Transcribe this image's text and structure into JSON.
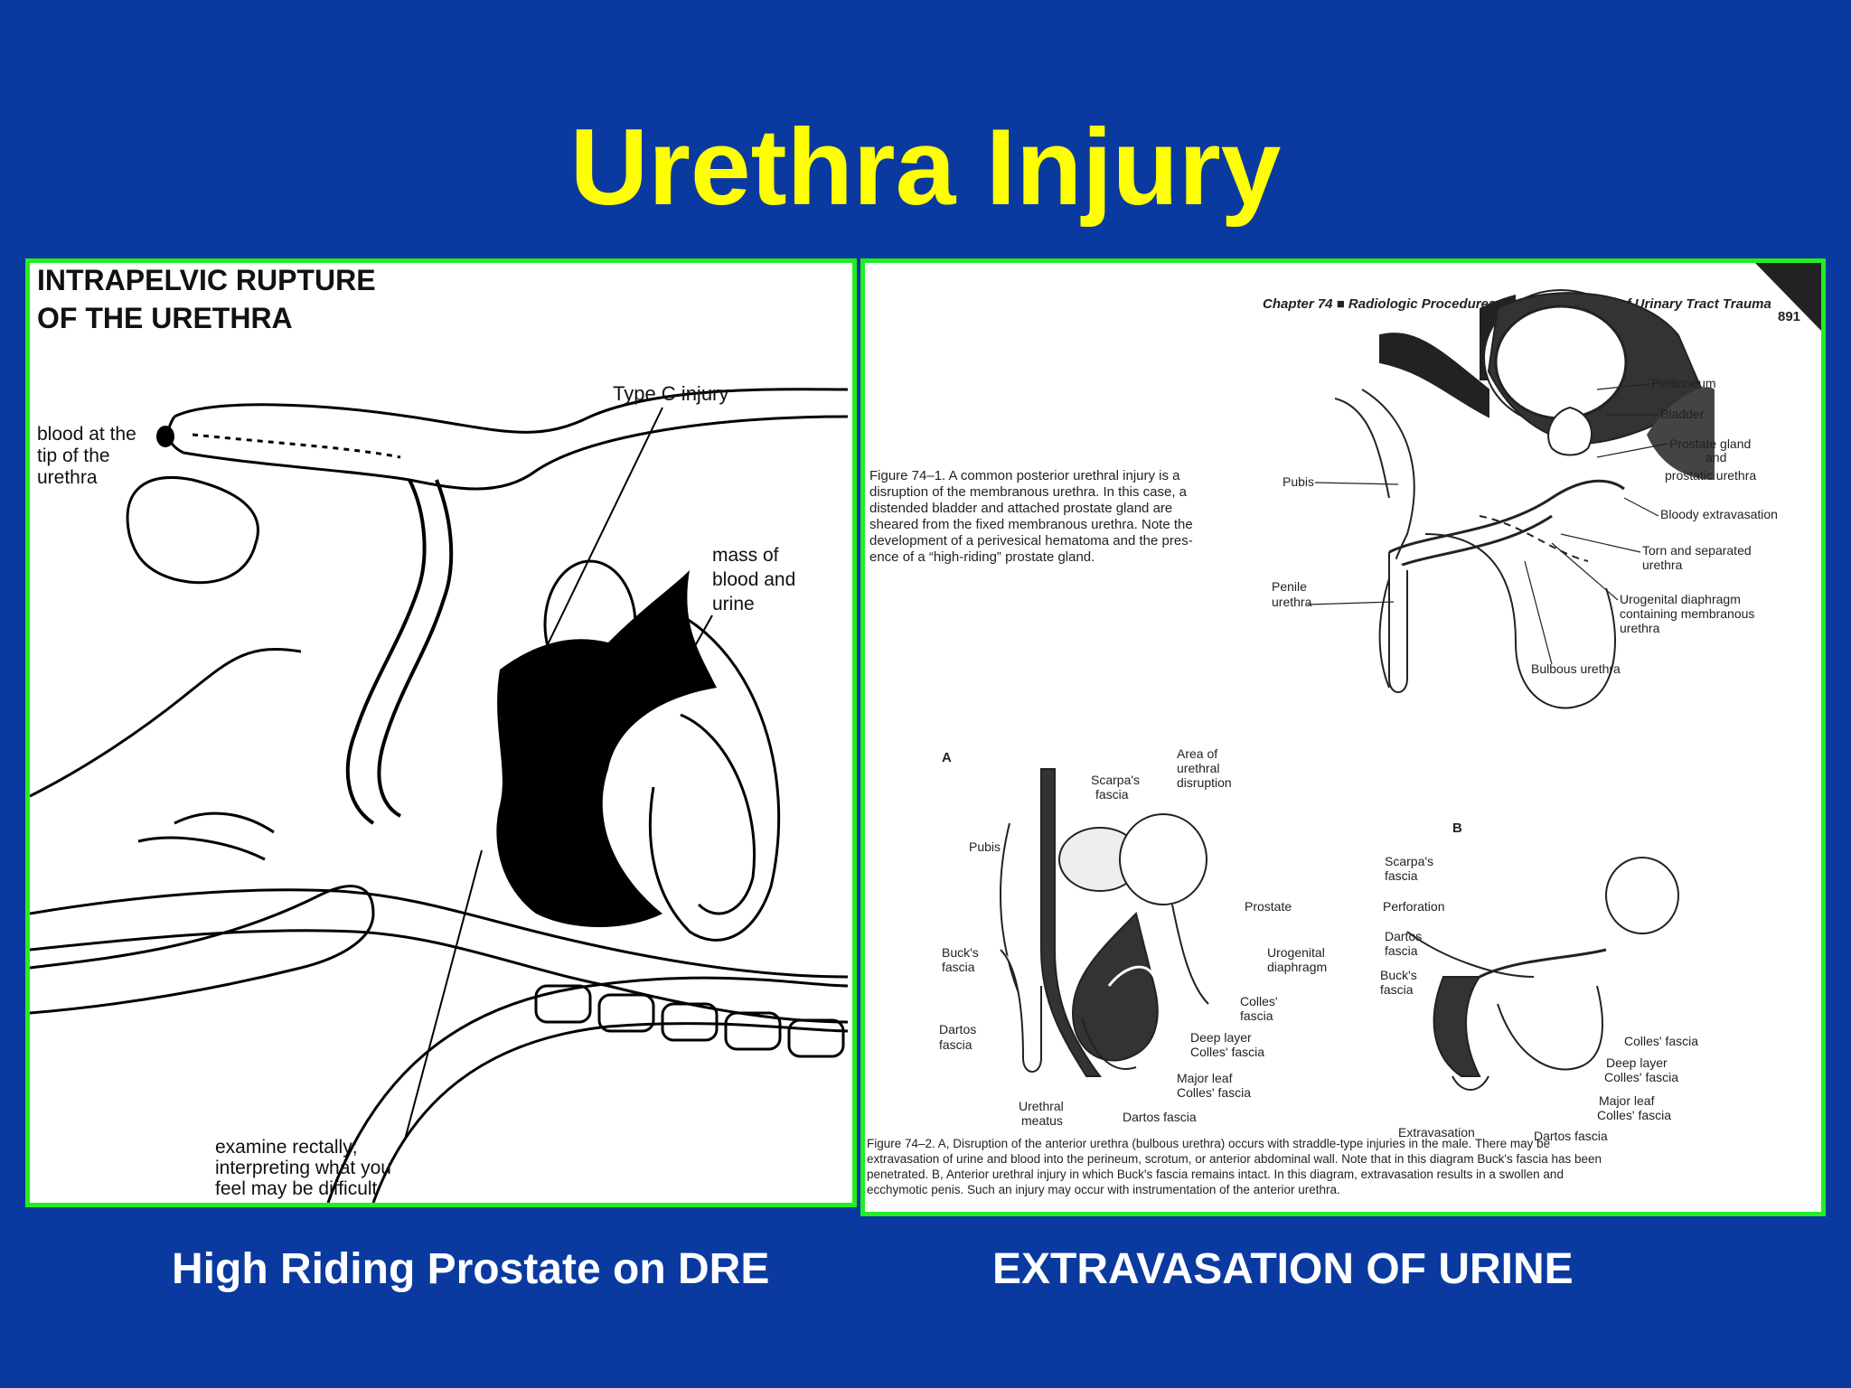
{
  "slide": {
    "title": "Urethra Injury",
    "caption_left": "High Riding Prostate on DRE",
    "caption_right": "EXTRAVASATION OF URINE",
    "colors": {
      "background": "#0a3aa0",
      "title": "#ffff00",
      "border": "#22ee22"
    }
  },
  "left_panel": {
    "heading_line1": "INTRAPELVIC RUPTURE",
    "heading_line2": "OF THE URETHRA",
    "label_type_c": "Type C injury",
    "label_blood_1": "blood at the",
    "label_blood_2": "tip of the",
    "label_blood_3": "urethra",
    "label_mass_1": "mass of",
    "label_mass_2": "blood and",
    "label_mass_3": "urine",
    "label_exam_1": "examine rectally;",
    "label_exam_2": "interpreting what you",
    "label_exam_3": "feel may be difficult"
  },
  "right_panel": {
    "header": "Chapter 74 ■ Radiologic Procedures for the Evaluation of Urinary Tract Trauma",
    "page_number": "891",
    "fig1_caption": [
      "Figure 74–1. A common posterior urethral injury is a",
      "disruption of the membranous urethra. In this case, a",
      "distended bladder and attached prostate gland are",
      "sheared from the fixed membranous urethra. Note the",
      "development of a perivesical hematoma and the pres-",
      "ence of a “high-riding” prostate gland."
    ],
    "fig1_labels": {
      "peritoneum": "Peritoneum",
      "bladder": "Bladder",
      "prostate_1": "Prostate gland",
      "prostate_2": "and",
      "prostate_3": "prostatic urethra",
      "bloody": "Bloody extravasation",
      "torn_1": "Torn and separated",
      "torn_2": "urethra",
      "ug_1": "Urogenital diaphragm",
      "ug_2": "containing membranous",
      "ug_3": "urethra",
      "bulbous": "Bulbous urethra",
      "pubis": "Pubis",
      "penile_1": "Penile",
      "penile_2": "urethra"
    },
    "figA_labels": {
      "letter": "A",
      "area_1": "Area of",
      "area_2": "urethral",
      "area_3": "disruption",
      "scarpa_1": "Scarpa's",
      "scarpa_2": "fascia",
      "pubis": "Pubis",
      "prostate": "Prostate",
      "ug_1": "Urogenital",
      "ug_2": "diaphragm",
      "bucks_1": "Buck's",
      "bucks_2": "fascia",
      "colles_1": "Colles'",
      "colles_2": "fascia",
      "dartos_1": "Dartos",
      "dartos_2": "fascia",
      "deep_1": "Deep layer",
      "deep_2": "Colles' fascia",
      "major_1": "Major leaf",
      "major_2": "Colles' fascia",
      "meatus_1": "Urethral",
      "meatus_2": "meatus",
      "dartos_bottom": "Dartos fascia"
    },
    "figB_labels": {
      "letter": "B",
      "scarpa_1": "Scarpa's",
      "scarpa_2": "fascia",
      "perforation": "Perforation",
      "dartos_1": "Dartos",
      "dartos_2": "fascia",
      "bucks_1": "Buck's",
      "bucks_2": "fascia",
      "colles": "Colles' fascia",
      "deep_1": "Deep layer",
      "deep_2": "Colles' fascia",
      "major_1": "Major leaf",
      "major_2": "Colles' fascia",
      "extravasation": "Extravasation",
      "dartos_bottom": "Dartos fascia"
    },
    "fig2_caption": [
      "Figure 74–2. A, Disruption of the anterior urethra (bulbous urethra) occurs with straddle-type injuries in the male. There may be",
      "extravasation of urine and blood into the perineum, scrotum, or anterior abdominal wall. Note that in this diagram Buck's fascia has been",
      "penetrated. B, Anterior urethral injury in which Buck's fascia remains intact. In this diagram, extravasation results in a swollen and",
      "ecchymotic penis. Such an injury may occur with instrumentation of the anterior urethra."
    ]
  }
}
